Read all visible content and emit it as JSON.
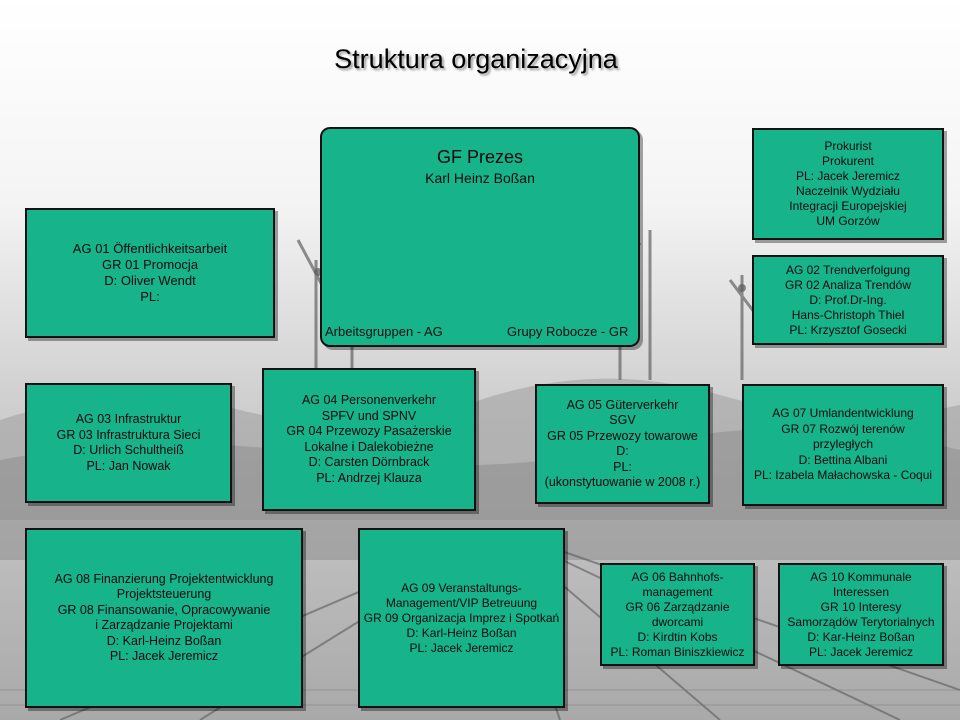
{
  "title": "Struktura organizacyjna",
  "gf": {
    "title": "GF Prezes",
    "name": "Karl Heinz Boßan"
  },
  "labels": {
    "ag": "Arbeitsgruppen - AG",
    "gr": "Grupy Robocze - GR"
  },
  "boxes": {
    "ag01": [
      "AG 01 Öffentlichkeitsarbeit",
      "GR 01 Promocja",
      "D: Oliver Wendt",
      "PL:"
    ],
    "prokurist": [
      "Prokurist",
      "Prokurent",
      "PL: Jacek Jeremicz",
      "Naczelnik Wydziału",
      "Integracji Europejskiej",
      "UM Gorzów"
    ],
    "ag02": [
      "AG 02 Trendverfolgung",
      "GR 02 Analiza Trendów",
      "D: Prof.Dr-Ing.",
      "Hans-Christoph Thiel",
      "PL: Krzysztof Gosecki"
    ],
    "ag03": [
      "AG 03 Infrastruktur",
      "GR 03 Infrastruktura Sieci",
      "D: Urlich Schultheiß",
      "PL: Jan Nowak"
    ],
    "ag04": [
      "AG 04 Personenverkehr",
      "SPFV und SPNV",
      "GR 04 Przewozy Pasażerskie",
      "Lokalne i Dalekobieżne",
      "D: Carsten Dörnbrack",
      "PL: Andrzej Klauza"
    ],
    "ag05": [
      "AG 05 Güterverkehr",
      "SGV",
      "GR 05 Przewozy towarowe",
      "D:",
      "PL:",
      "(ukonstytuowanie w 2008 r.)"
    ],
    "ag07": [
      "AG 07 Umlandentwicklung",
      "GR 07 Rozwój terenów",
      "przyległych",
      "D: Bettina Albani",
      "PL: Izabela Małachowska - Coqui"
    ],
    "ag08": [
      "AG 08 Finanzierung Projektentwicklung",
      "Projektsteuerung",
      "GR 08 Finansowanie, Opracowywanie",
      "i Zarządzanie Projektami",
      "D: Karl-Heinz Boßan",
      "PL: Jacek Jeremicz"
    ],
    "ag09": [
      "AG 09 Veranstaltungs-",
      "Management/VIP Betreuung",
      "GR 09 Organizacja Imprez i Spotkań",
      "D: Karl-Heinz Boßan",
      "PL: Jacek Jeremicz"
    ],
    "ag06": [
      "AG 06 Bahnhofs-",
      "management",
      "GR 06 Zarządzanie",
      "dworcami",
      "D: Kirdtin Kobs",
      "PL: Roman Biniszkiewicz"
    ],
    "ag10": [
      "AG 10 Kommunale",
      "Interessen",
      "GR 10 Interesy",
      "Samorządów Terytorialnych",
      "D: Kar-Heinz Boßan",
      "PL: Jacek Jeremicz"
    ]
  },
  "colors": {
    "box": "#17b38b",
    "border": "#111111"
  }
}
